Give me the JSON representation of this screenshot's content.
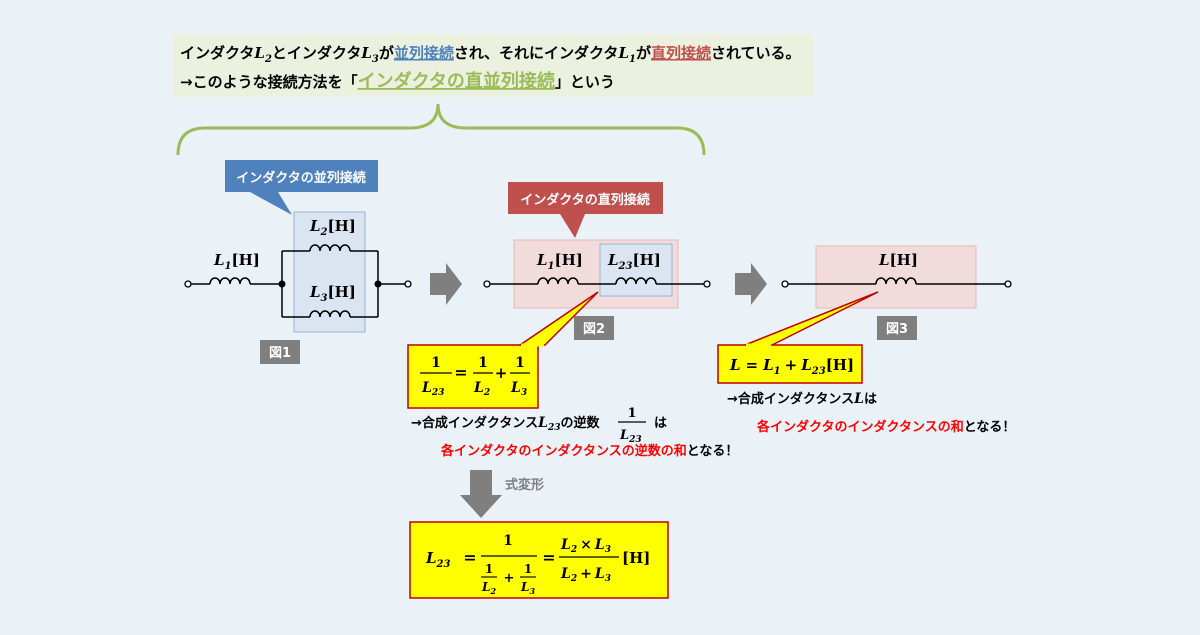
{
  "header": {
    "line1": {
      "a": "インダクタ",
      "l2": "L",
      "l2_sub": "2",
      "b": "とインダクタ",
      "l3": "L",
      "l3_sub": "3",
      "c": "が",
      "parallel": "並列接続",
      "d": "され、それにインダクタ",
      "l1": "L",
      "l1_sub": "1",
      "e": "が",
      "series": "直列接続",
      "f": "されている。"
    },
    "line2": {
      "a": "→このような接続方法を「",
      "highlight": "インダクタの直並列接続",
      "b": "」という"
    }
  },
  "callouts": {
    "parallel": "インダクタの並列接続",
    "series": "インダクタの直列接続"
  },
  "figures": {
    "fig1": {
      "label": "図1",
      "L1": {
        "sym": "L",
        "sub": "1",
        "unit": "[H]"
      },
      "L2": {
        "sym": "L",
        "sub": "2",
        "unit": "[H]"
      },
      "L3": {
        "sym": "L",
        "sub": "3",
        "unit": "[H]"
      }
    },
    "fig2": {
      "label": "図2",
      "L1": {
        "sym": "L",
        "sub": "1",
        "unit": "[H]"
      },
      "L23": {
        "sym": "L",
        "sub": "23",
        "unit": "[H]"
      }
    },
    "fig3": {
      "label": "図3",
      "L": {
        "sym": "L",
        "unit": "[H]"
      }
    }
  },
  "formula1": {
    "one": "1",
    "L": "L",
    "sub23": "23",
    "eq": "=",
    "sub2": "2",
    "plus": "+",
    "sub3": "3"
  },
  "formula2": {
    "L": "L",
    "eq": "=",
    "L1": "L",
    "sub1": "1",
    "plus": "+",
    "L23": "L",
    "sub23": "23",
    "unit": "[H]"
  },
  "note1": {
    "pre": "→合成インダクタンス",
    "L": "L",
    "sub": "23",
    "mid": "の逆数",
    "one": "1",
    "post": "は",
    "red": "各インダクタのインダクタンスの逆数の和",
    "end": "となる！"
  },
  "note2": {
    "pre": "→合成インダクタンス",
    "L": "L",
    "post": "は",
    "red": "各インダクタのインダクタンスの和",
    "end": "となる！"
  },
  "transform_label": "式変形",
  "formula3": {
    "L": "L",
    "sub23": "23",
    "eq": "=",
    "one": "1",
    "sub2": "2",
    "sub3": "3",
    "plus": "+",
    "times": "×",
    "unit": "[H]"
  },
  "colors": {
    "background": "#eaf1f7",
    "header_box": "#ebf1de",
    "parallel_blue": "#4f81bd",
    "series_red": "#c0504d",
    "highlight_green": "#9bbb59",
    "formula_yellow": "#ffff00",
    "red_text": "#ff0000",
    "figure_label": "#7f7f7f"
  }
}
